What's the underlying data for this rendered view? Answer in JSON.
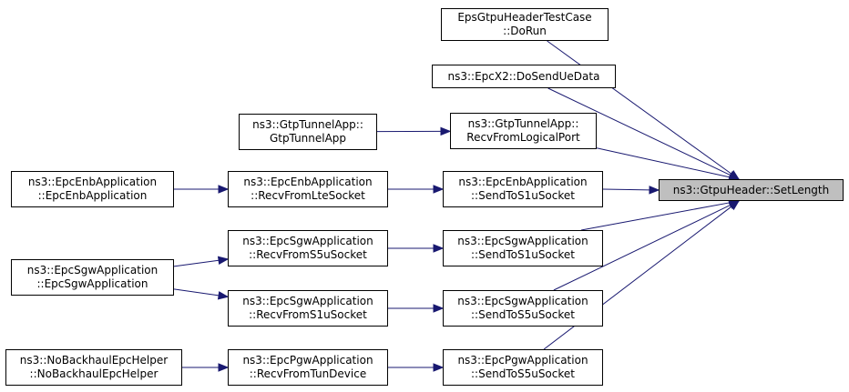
{
  "graph": {
    "edge_color": "#191970",
    "target_fill": "#bfbfbf",
    "nodes": {
      "target": {
        "lines": [
          "ns3::GtpuHeader::SetLength"
        ]
      },
      "eps_test": {
        "lines": [
          "EpsGtpuHeaderTestCase",
          "::DoRun"
        ]
      },
      "x2_send": {
        "lines": [
          "ns3::EpcX2::DoSendUeData"
        ]
      },
      "gtp_ctor": {
        "lines": [
          "ns3::GtpTunnelApp::",
          "GtpTunnelApp"
        ]
      },
      "gtp_recv": {
        "lines": [
          "ns3::GtpTunnelApp::",
          "RecvFromLogicalPort"
        ]
      },
      "enb_ctor": {
        "lines": [
          "ns3::EpcEnbApplication",
          "::EpcEnbApplication"
        ]
      },
      "enb_recv": {
        "lines": [
          "ns3::EpcEnbApplication",
          "::RecvFromLteSocket"
        ]
      },
      "enb_send": {
        "lines": [
          "ns3::EpcEnbApplication",
          "::SendToS1uSocket"
        ]
      },
      "sgw_ctor": {
        "lines": [
          "ns3::EpcSgwApplication",
          "::EpcSgwApplication"
        ]
      },
      "sgw_recv_s5": {
        "lines": [
          "ns3::EpcSgwApplication",
          "::RecvFromS5uSocket"
        ]
      },
      "sgw_send_s1": {
        "lines": [
          "ns3::EpcSgwApplication",
          "::SendToS1uSocket"
        ]
      },
      "sgw_recv_s1": {
        "lines": [
          "ns3::EpcSgwApplication",
          "::RecvFromS1uSocket"
        ]
      },
      "sgw_send_s5": {
        "lines": [
          "ns3::EpcSgwApplication",
          "::SendToS5uSocket"
        ]
      },
      "nobh_ctor": {
        "lines": [
          "ns3::NoBackhaulEpcHelper",
          "::NoBackhaulEpcHelper"
        ]
      },
      "pgw_recv": {
        "lines": [
          "ns3::EpcPgwApplication",
          "::RecvFromTunDevice"
        ]
      },
      "pgw_send": {
        "lines": [
          "ns3::EpcPgwApplication",
          "::SendToS5uSocket"
        ]
      }
    },
    "edges": [
      [
        "gtp_ctor",
        "gtp_recv"
      ],
      [
        "enb_ctor",
        "enb_recv"
      ],
      [
        "enb_recv",
        "enb_send"
      ],
      [
        "sgw_ctor",
        "sgw_recv_s5"
      ],
      [
        "sgw_ctor",
        "sgw_recv_s1"
      ],
      [
        "sgw_recv_s5",
        "sgw_send_s1"
      ],
      [
        "sgw_recv_s1",
        "sgw_send_s5"
      ],
      [
        "nobh_ctor",
        "pgw_recv"
      ],
      [
        "pgw_recv",
        "pgw_send"
      ],
      [
        "eps_test",
        "target"
      ],
      [
        "x2_send",
        "target"
      ],
      [
        "gtp_recv",
        "target"
      ],
      [
        "enb_send",
        "target"
      ],
      [
        "sgw_send_s1",
        "target"
      ],
      [
        "sgw_send_s5",
        "target"
      ],
      [
        "pgw_send",
        "target"
      ]
    ]
  }
}
